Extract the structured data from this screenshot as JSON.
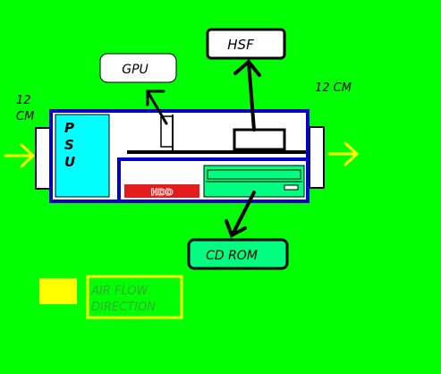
{
  "labels": {
    "hsf": "HSF",
    "gpu": "GPU",
    "fan_left_line1": "12",
    "fan_left_line2": "CM",
    "fan_right": "12 CM",
    "psu": [
      "P",
      "S",
      "U"
    ],
    "hdd": "HDD",
    "cdrom": "CD ROM",
    "legend_line1": "AIR FLOW",
    "legend_line2": "DIRECTION"
  },
  "colors": {
    "background": "#00ff00",
    "case_border": "#0000cc",
    "psu_fill": "#00ffff",
    "hdd_fill": "#e51c1c",
    "cdrom_fill": "#00ff80",
    "airflow": "#ffff00",
    "black": "#000000",
    "white": "#ffffff"
  }
}
